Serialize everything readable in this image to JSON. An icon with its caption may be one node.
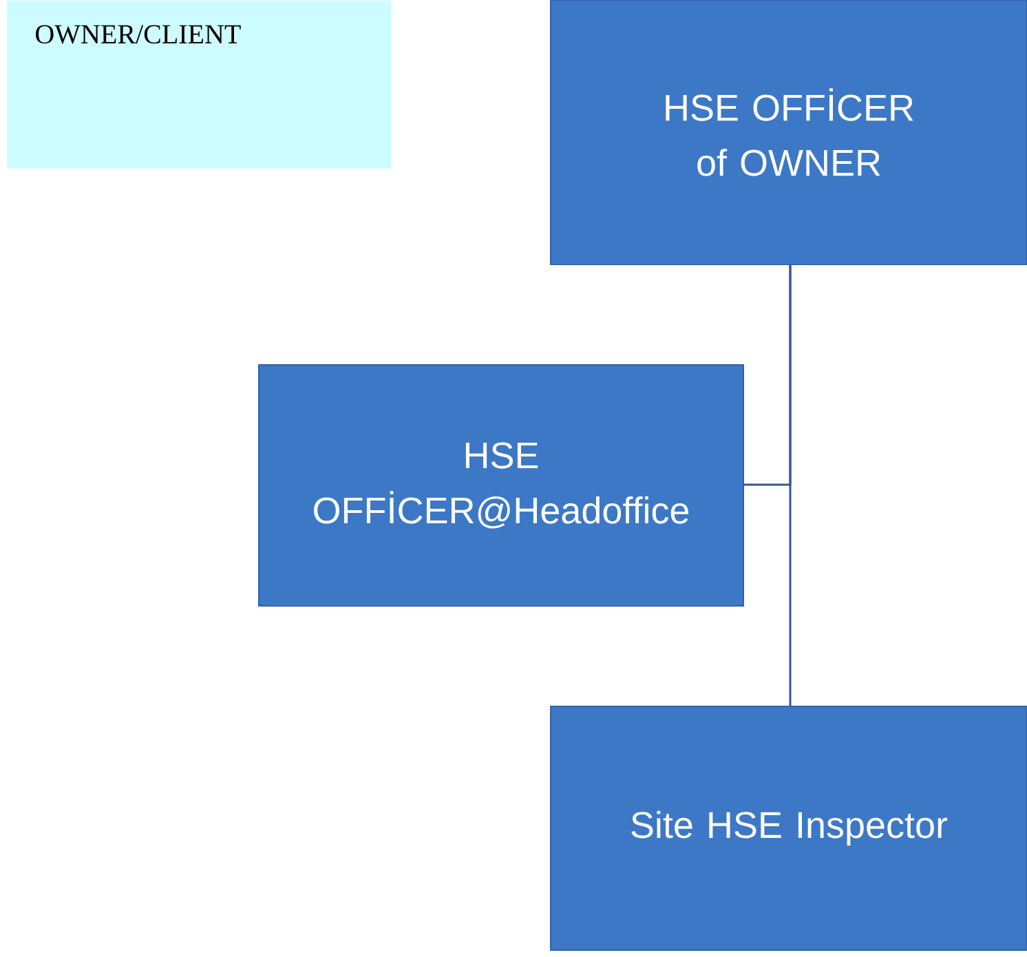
{
  "diagram": {
    "nodes": [
      {
        "text": [
          "OWNER/CLIENT"
        ]
      },
      {
        "text": [
          "HSE OFFİCER of OWNER"
        ]
      },
      {
        "text": [
          "HSE OFFİCER@Headoffice"
        ]
      },
      {
        "text": [
          "Site HSE Inspector"
        ]
      }
    ],
    "edges": [
      {
        "from": 1,
        "to": 3,
        "arrow": "none"
      },
      {
        "from": 1,
        "to": 2,
        "arrow": "none"
      }
    ]
  }
}
